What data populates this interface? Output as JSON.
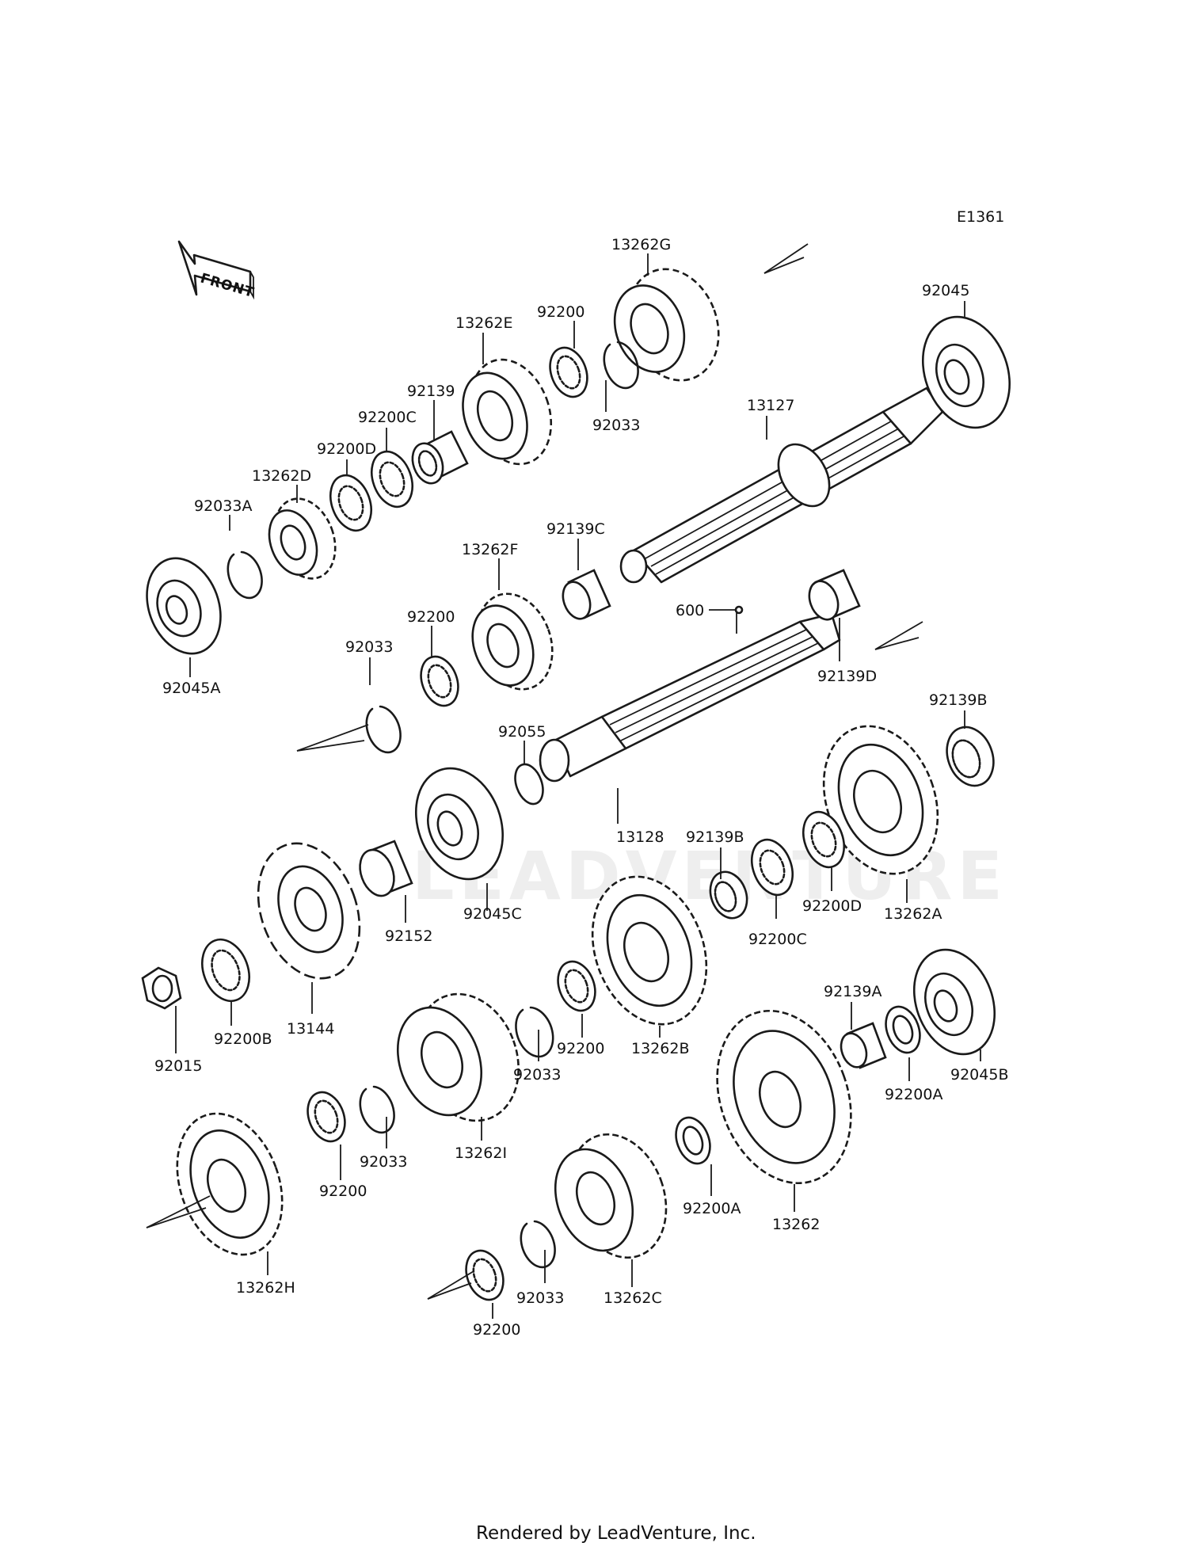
{
  "diagram_code": "E1361",
  "front_label": "FRONT",
  "watermark": "LEADVENTURE",
  "footer": "Rendered by LeadVenture, Inc.",
  "parts": {
    "p13262G": "13262G",
    "p92045": "92045",
    "p92200_top": "92200",
    "p13262E": "13262E",
    "p92139": "92139",
    "p92200C_top": "92200C",
    "p92200D_top": "92200D",
    "p13262D": "13262D",
    "p92033A": "92033A",
    "p92033_top": "92033",
    "p13127": "13127",
    "p92139C": "92139C",
    "p92045A": "92045A",
    "p13262F": "13262F",
    "p92200_mid": "92200",
    "p92033_mid": "92033",
    "p600": "600",
    "p92139D": "92139D",
    "p92139B_right": "92139B",
    "p92055": "92055",
    "p13128": "13128",
    "p92139B_mid": "92139B",
    "p92200D_mid": "92200D",
    "p92200C_mid": "92200C",
    "p13262A": "13262A",
    "p92152": "92152",
    "p92045C": "92045C",
    "p13144": "13144",
    "p92200B": "92200B",
    "p92015": "92015",
    "p92033_low1": "92033",
    "p92200_low1": "92200",
    "p13262B": "13262B",
    "p92139A": "92139A",
    "p92045B": "92045B",
    "p92200A_right": "92200A",
    "p13262I": "13262I",
    "p92033_low2": "92033",
    "p92200_low2": "92200",
    "p13262H": "13262H",
    "p92200A_low": "92200A",
    "p13262": "13262",
    "p92033_low3": "92033",
    "p13262C": "13262C",
    "p92200_bottom": "92200"
  },
  "icons": [
    "front-arrow-icon"
  ]
}
